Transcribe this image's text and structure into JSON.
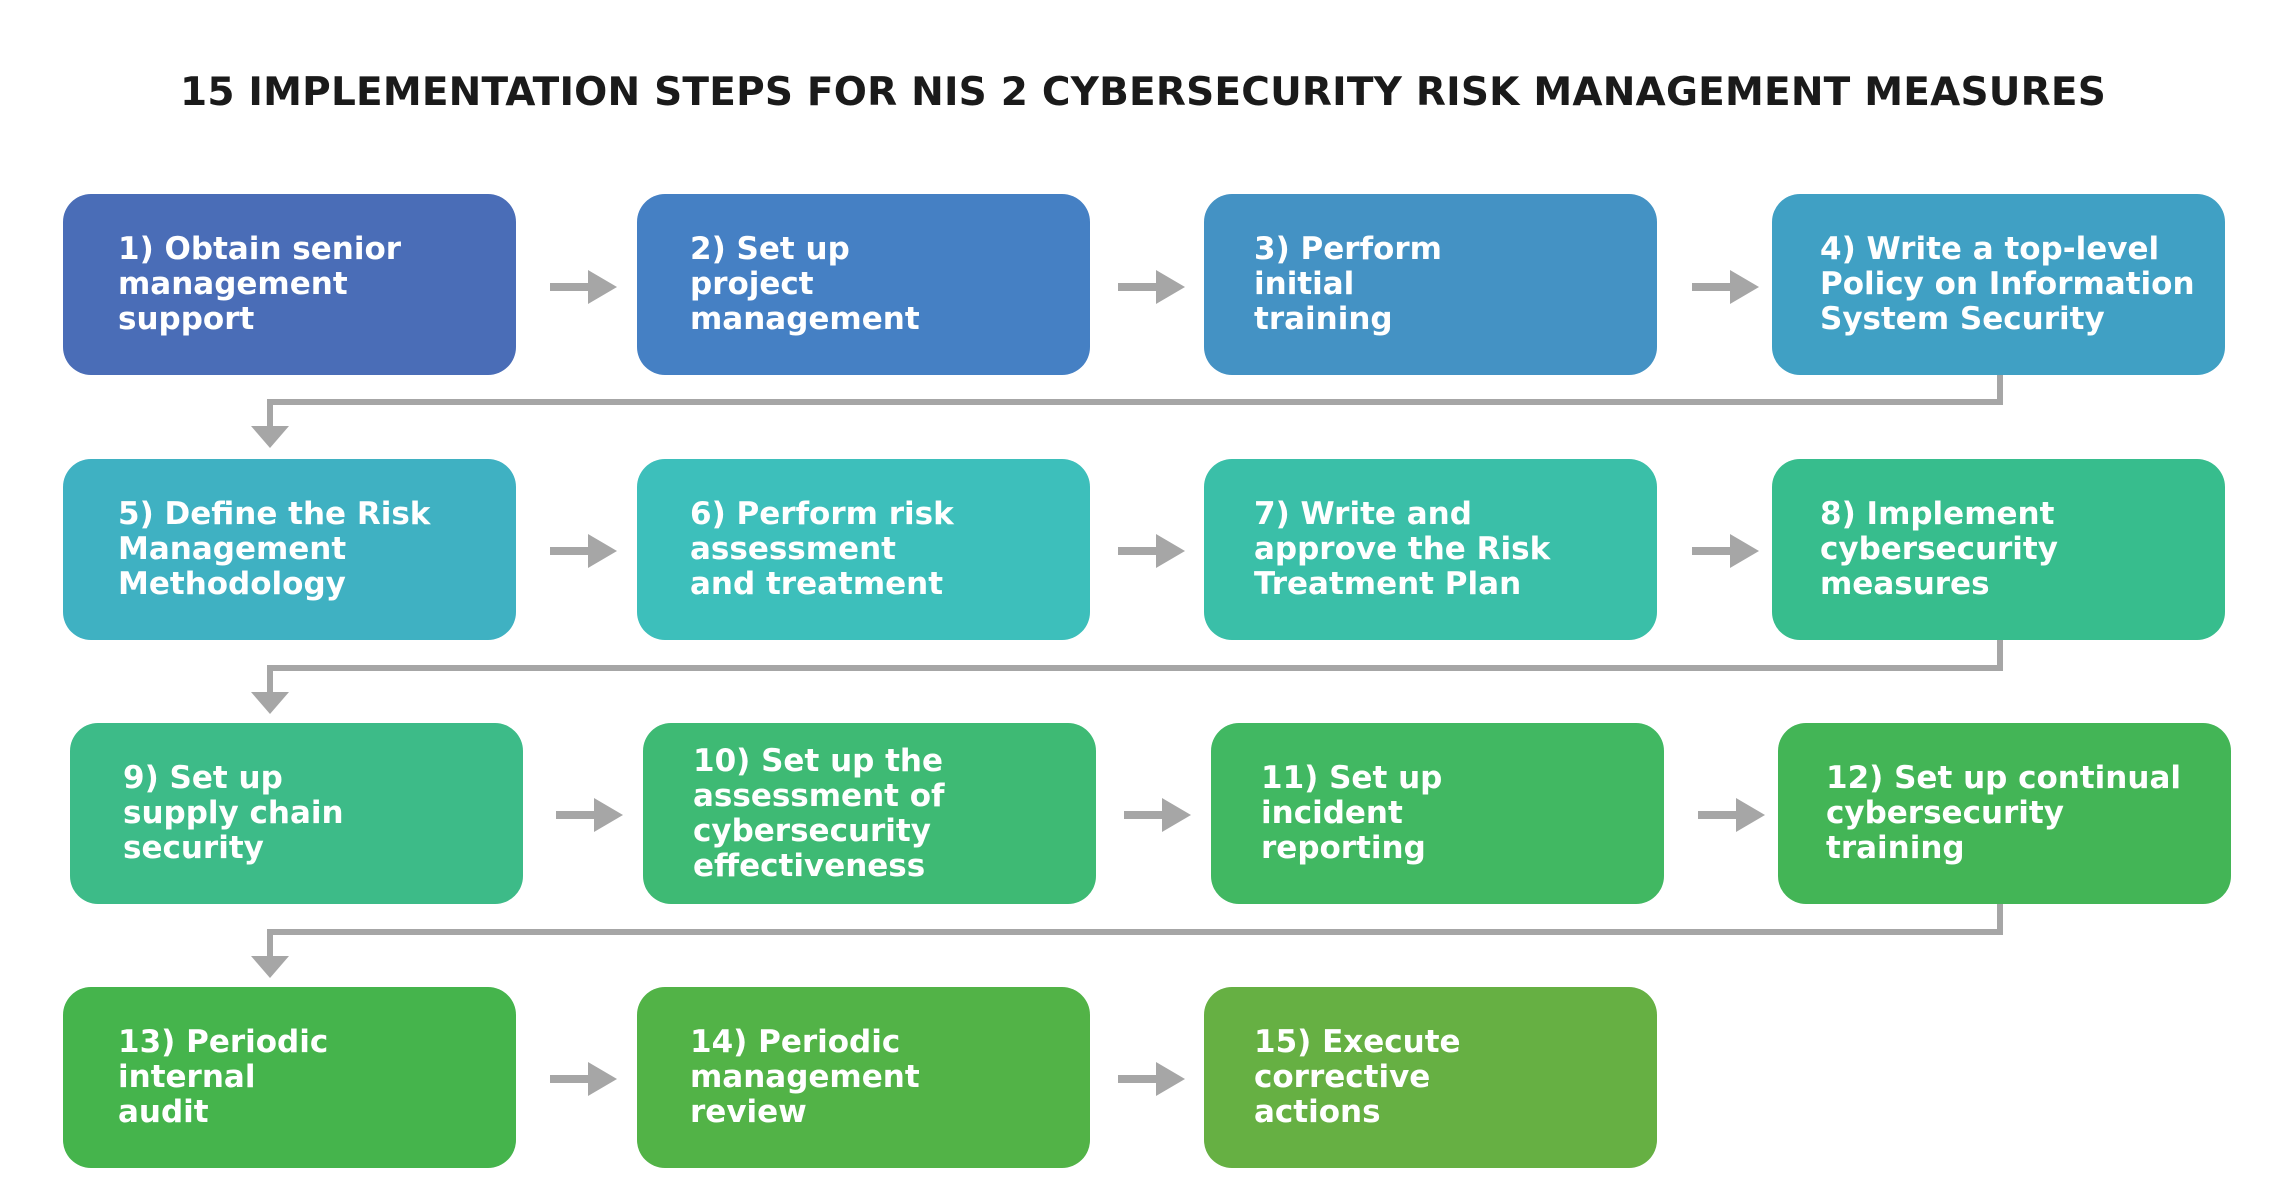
{
  "title": "15 IMPLEMENTATION STEPS FOR NIS 2 CYBERSECURITY RISK MANAGEMENT MEASURES",
  "connector_color": "#a6a6a6",
  "steps": [
    {
      "label": "1) Obtain senior\nmanagement\nsupport",
      "color": "#4a6db7"
    },
    {
      "label": "2) Set up\nproject\nmanagement",
      "color": "#4580c4"
    },
    {
      "label": "3) Perform\ninitial\ntraining",
      "color": "#4492c4"
    },
    {
      "label": "4) Write a top-level\nPolicy on Information\nSystem Security",
      "color": "#40a0c4"
    },
    {
      "label": "5) Define the Risk\nManagement\nMethodology",
      "color": "#3fb1c2"
    },
    {
      "label": "6) Perform risk\nassessment\nand treatment",
      "color": "#3dbfbb"
    },
    {
      "label": "7) Write and\napprove the Risk\nTreatment Plan",
      "color": "#3abfa8"
    },
    {
      "label": "8) Implement\ncybersecurity\nmeasures",
      "color": "#37bd8d"
    },
    {
      "label": "9) Set up\nsupply chain\nsecurity",
      "color": "#3dbb88"
    },
    {
      "label": "10) Set up the\nassessment of\ncybersecurity\neffectiveness",
      "color": "#3eba74"
    },
    {
      "label": "11) Set up\nincident\nreporting",
      "color": "#41b862"
    },
    {
      "label": "12) Set up continual\ncybersecurity\ntraining",
      "color": "#43b556"
    },
    {
      "label": "13) Periodic\ninternal\naudit",
      "color": "#45b44c"
    },
    {
      "label": "14) Periodic\nmanagement\nreview",
      "color": "#52b347"
    },
    {
      "label": "15) Execute\ncorrective\nactions",
      "color": "#66b043"
    }
  ]
}
